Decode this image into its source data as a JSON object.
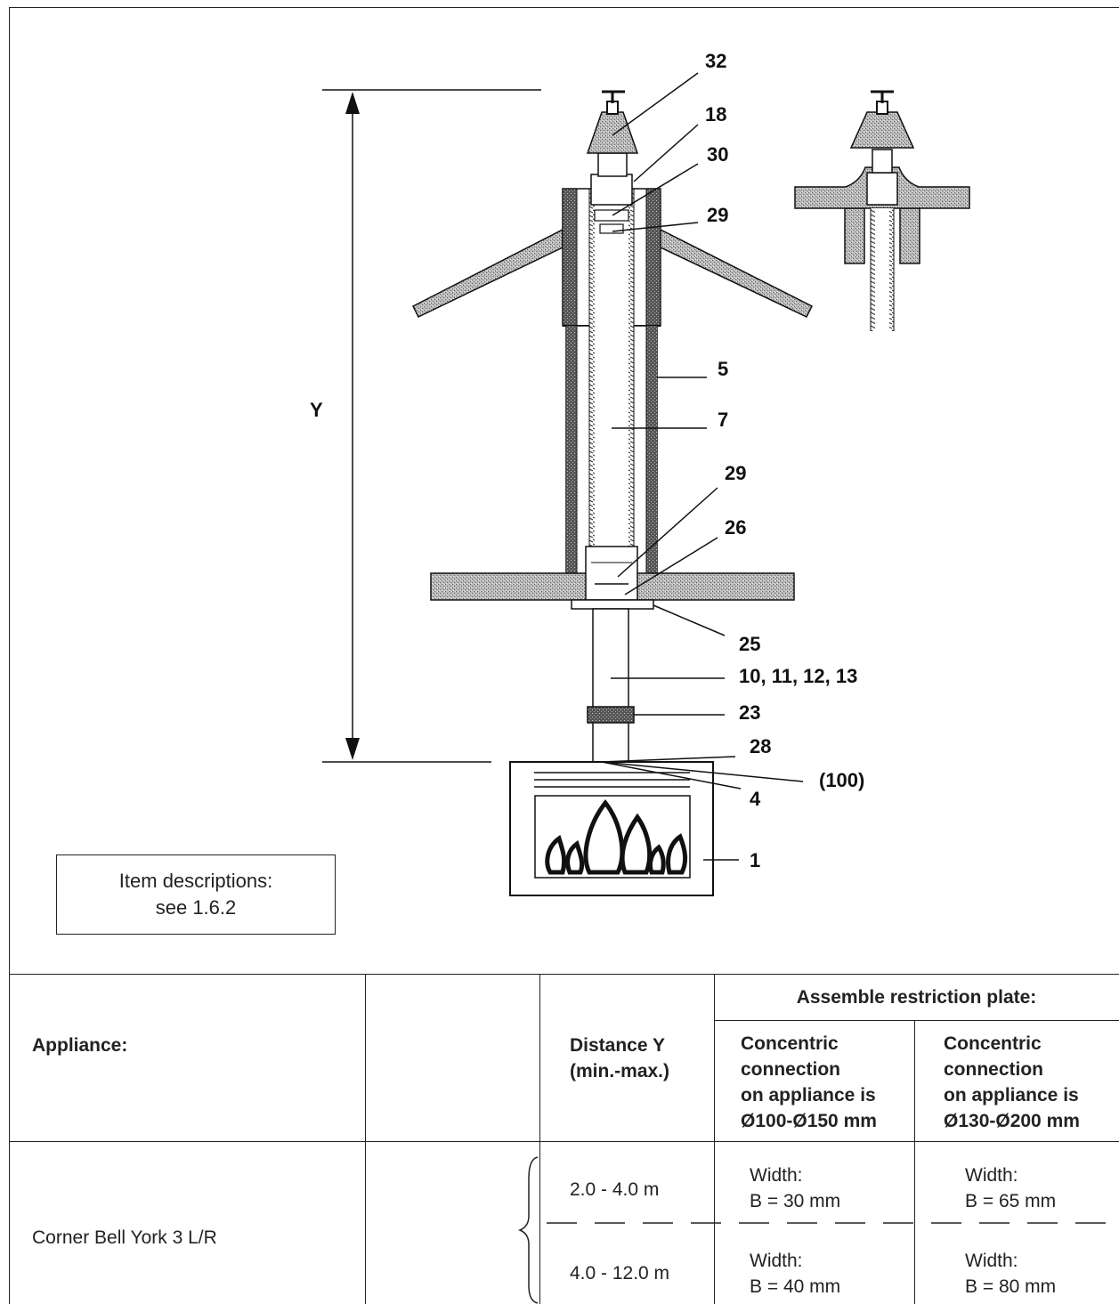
{
  "diagram": {
    "dimension_label": "Y",
    "callouts": {
      "c32": "32",
      "c18": "18",
      "c30": "30",
      "c29a": "29",
      "c5": "5",
      "c7": "7",
      "c29b": "29",
      "c26": "26",
      "c25": "25",
      "c10": "10, 11, 12, 13",
      "c23": "23",
      "c28": "28",
      "c100": "(100)",
      "c4": "4",
      "c1": "1"
    },
    "note": {
      "line1": "Item descriptions:",
      "line2": "see 1.6.2"
    }
  },
  "table": {
    "col_appliance": "Appliance:",
    "col_distance": {
      "line1": "Distance Y",
      "line2": "(min.-max.)"
    },
    "group_header": "Assemble restriction plate:",
    "col_a": {
      "line1": "Concentric",
      "line2": "connection",
      "line3": "on appliance is",
      "line4": "Ø100-Ø150 mm"
    },
    "col_b": {
      "line1": "Concentric",
      "line2": "connection",
      "line3": "on appliance is",
      "line4": "Ø130-Ø200 mm"
    },
    "row": {
      "appliance": "Corner Bell York 3 L/R",
      "ranges": [
        {
          "distance": "2.0 -  4.0 m",
          "a_line1": "Width:",
          "a_line2": "B = 30 mm",
          "b_line1": "Width:",
          "b_line2": "B = 65 mm"
        },
        {
          "distance": "4.0 - 12.0 m",
          "a_line1": "Width:",
          "a_line2": "B = 40 mm",
          "b_line1": "Width:",
          "b_line2": "B = 80 mm"
        }
      ]
    }
  }
}
